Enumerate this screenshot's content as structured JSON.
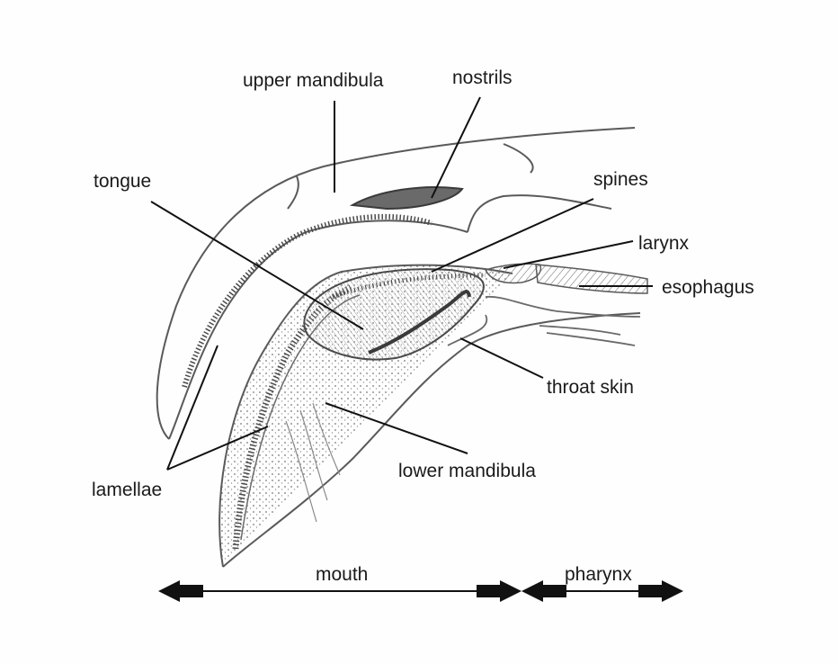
{
  "labels": {
    "upper_mandibula": "upper mandibula",
    "nostrils": "nostrils",
    "tongue": "tongue",
    "spines": "spines",
    "larynx": "larynx",
    "esophagus": "esophagus",
    "throat_skin": "throat skin",
    "lower_mandibula": "lower mandibula",
    "lamellae": "lamellae"
  },
  "regions": {
    "mouth": "mouth",
    "pharynx": "pharynx"
  },
  "colors": {
    "ink": "#1a1a1a",
    "pencil": "#5a5a5a",
    "pencil_light": "#8a8a8a",
    "shading": "#b9b9b9"
  }
}
